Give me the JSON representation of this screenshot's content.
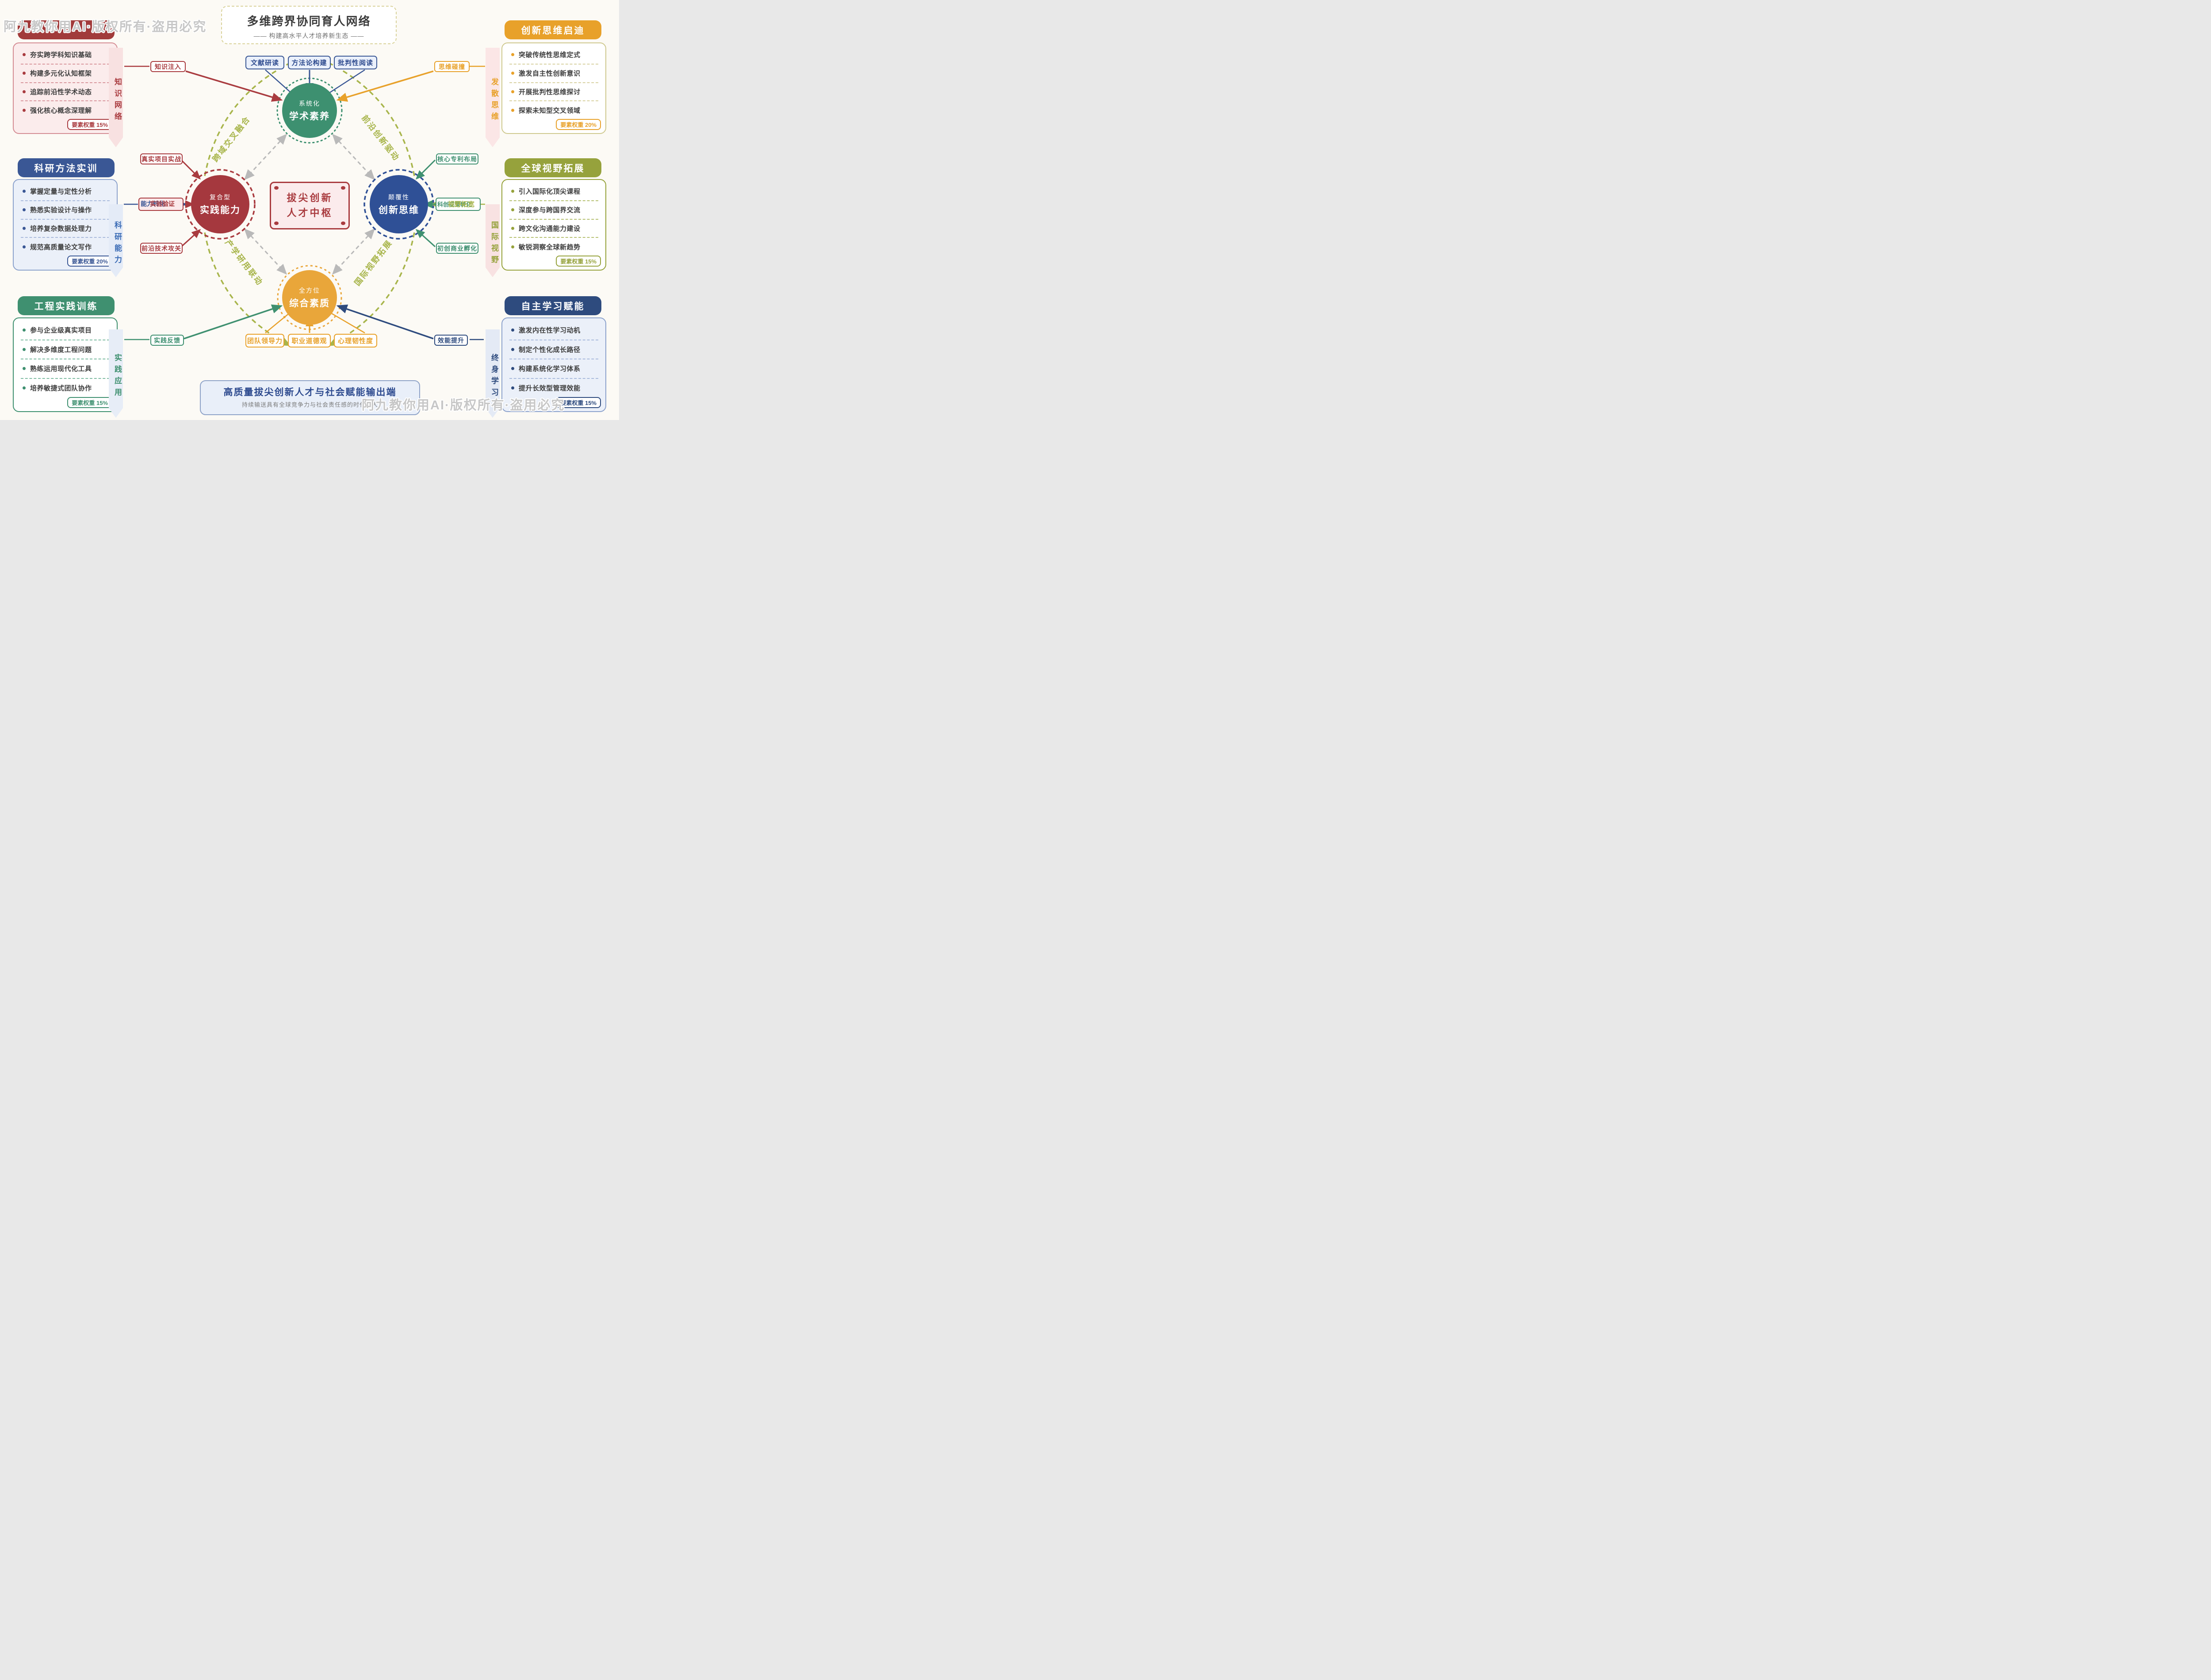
{
  "watermark": {
    "text": "阿九教你用AI·版权所有·盗用必究"
  },
  "title": {
    "main": "多维跨界协同育人网络",
    "subtitle": "—— 构建高水平人才培养新生态 ——"
  },
  "center_hub": {
    "line1": "拔尖创新",
    "line2": "人才中枢"
  },
  "nodes": {
    "top": {
      "small": "系统化",
      "big": "学术素养"
    },
    "left": {
      "small": "复合型",
      "big": "实践能力"
    },
    "right": {
      "small": "颠覆性",
      "big": "创新思维"
    },
    "bottom": {
      "small": "全方位",
      "big": "综合素质"
    }
  },
  "top_tags": [
    "文献研读",
    "方法论构建",
    "批判性阅读"
  ],
  "bottom_tags": [
    "团队领导力",
    "职业道德观",
    "心理韧性度"
  ],
  "edge_labels": {
    "knowledge_inject": "知识注入",
    "thinking_collision": "思维碰撞",
    "real_project": "真实项目实战",
    "ability_transform": "能力转化",
    "experiment_verify": "实验验证",
    "frontier_tech": "前沿技术攻关",
    "core_patent": "核心专利布局",
    "scitech_transform": "科创成果转化",
    "vision_broaden": "视野拓宽",
    "startup_incubate": "初创商业孵化",
    "practice_feedback": "实践反馈",
    "efficiency_boost": "效能提升"
  },
  "curve_labels": {
    "top_left": "跨域交叉融合",
    "top_right": "前沿创新驱动",
    "bottom_left": "产学研用联动",
    "bottom_right": "国际视野拓展"
  },
  "panels": {
    "tl": {
      "header": "",
      "ribbon": "知识网络",
      "weight": "要素权重 15%",
      "items": [
        "夯实跨学科知识基础",
        "构建多元化认知框架",
        "追踪前沿性学术动态",
        "强化核心概念深理解"
      ]
    },
    "ml": {
      "header": "科研方法实训",
      "ribbon": "科研能力",
      "weight": "要素权重 20%",
      "items": [
        "掌握定量与定性分析",
        "熟悉实验设计与操作",
        "培养复杂数据处理力",
        "规范高质量论文写作"
      ]
    },
    "bl": {
      "header": "工程实践训练",
      "ribbon": "实践应用",
      "weight": "要素权重 15%",
      "items": [
        "参与企业级真实项目",
        "解决多维度工程问题",
        "熟练运用现代化工具",
        "培养敏捷式团队协作"
      ]
    },
    "tr": {
      "header": "创新思维启迪",
      "ribbon": "发散思维",
      "weight": "要素权重 20%",
      "items": [
        "突破传统性思维定式",
        "激发自主性创新意识",
        "开展批判性思维探讨",
        "探索未知型交叉领域"
      ]
    },
    "mr": {
      "header": "全球视野拓展",
      "ribbon": "国际视野",
      "weight": "要素权重 15%",
      "items": [
        "引入国际化顶尖课程",
        "深度参与跨国界交流",
        "跨文化沟通能力建设",
        "敏锐洞察全球新趋势"
      ]
    },
    "br": {
      "header": "自主学习赋能",
      "ribbon": "终身学习",
      "weight": "要素权重 15%",
      "items": [
        "激发内在性学习动机",
        "制定个性化成长路径",
        "构建系统化学习体系",
        "提升长效型管理效能"
      ]
    }
  },
  "output_box": {
    "title": "高质量拔尖创新人才与社会赋能输出端",
    "subtitle": "持续输送具有全球竞争力与社会责任感的时代新人"
  },
  "colors": {
    "red": "#A93B3F",
    "pink_bg": "#FBECEC",
    "blue": "#3A5795",
    "navy": "#2E4B7E",
    "circle_blue": "#2F5096",
    "green": "#3F9070",
    "orange": "#E8A12A",
    "olive": "#96A23C",
    "curve_olive": "#A8B54B",
    "gray_dash": "#B9B9B9"
  }
}
